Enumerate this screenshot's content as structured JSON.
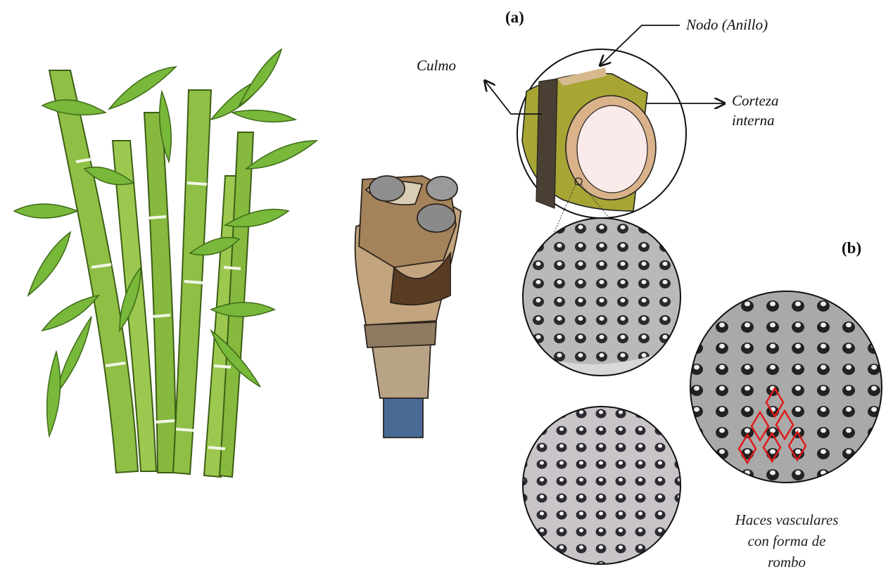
{
  "panels": {
    "a": "(a)",
    "b": "(b)"
  },
  "labels": {
    "culmo": "Culmo",
    "nodo": "Nodo (Anillo)",
    "corteza_line1": "Corteza",
    "corteza_line2": "interna"
  },
  "caption": {
    "line1": "Haces vasculares",
    "line2": "con forma de",
    "line3": "rombo"
  },
  "colors": {
    "bamboo_green": "#8fbf45",
    "bamboo_dark": "#4f7d1f",
    "leaf_green": "#78b83a",
    "culm_olive": "#9a9a32",
    "node_dark": "#4a3f33",
    "rhombus_red": "#e01a1a"
  }
}
